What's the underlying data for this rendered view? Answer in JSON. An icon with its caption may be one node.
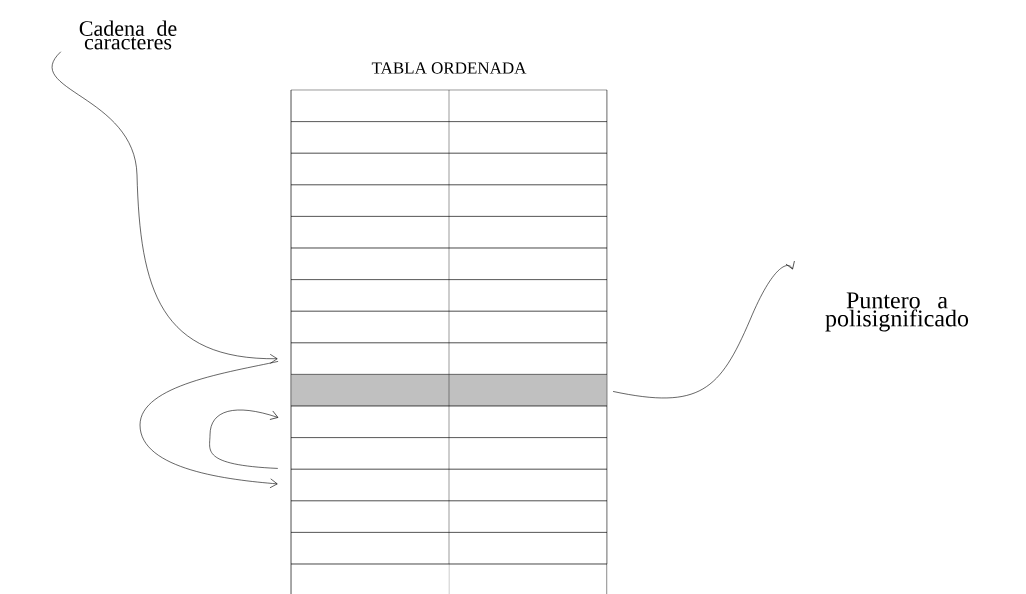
{
  "diagram": {
    "nodes": [
      {
        "text": [
          "Cadena de caracteres"
        ]
      },
      {
        "text": [
          "TABLA ORDENADA"
        ]
      },
      {
        "text": [],
        "shape": "box",
        "in": 1
      },
      {
        "text": [],
        "shape": "box",
        "in": 1
      },
      {
        "text": [],
        "shape": "box",
        "in": 1
      },
      {
        "text": [],
        "shape": "box",
        "in": 1
      },
      {
        "text": [],
        "shape": "box",
        "in": 1
      },
      {
        "text": [],
        "shape": "box",
        "in": 1
      },
      {
        "text": [],
        "shape": "box",
        "in": 1
      },
      {
        "text": [],
        "shape": "box",
        "in": 1
      },
      {
        "text": [],
        "shape": "box",
        "in": 1
      },
      {
        "text": [],
        "shape": "box",
        "in": 1
      },
      {
        "text": [],
        "shape": "box",
        "in": 1
      },
      {
        "text": [],
        "shape": "box",
        "in": 1
      },
      {
        "text": [],
        "shape": "box",
        "in": 1
      },
      {
        "text": [],
        "shape": "box",
        "in": 1
      },
      {
        "text": [],
        "shape": "box",
        "in": 1
      },
      {
        "text": [],
        "shape": "box",
        "in": 1
      },
      {
        "text": [
          "Puntero a polisignificado"
        ]
      }
    ],
    "edges": [
      {
        "from": 0,
        "to": 10,
        "arrow": "to"
      },
      {
        "from": 10,
        "to": 14,
        "arrow": "to"
      },
      {
        "from": 14,
        "to": 12,
        "arrow": "to"
      },
      {
        "from": 11,
        "to": 18,
        "arrow": "to"
      }
    ]
  }
}
